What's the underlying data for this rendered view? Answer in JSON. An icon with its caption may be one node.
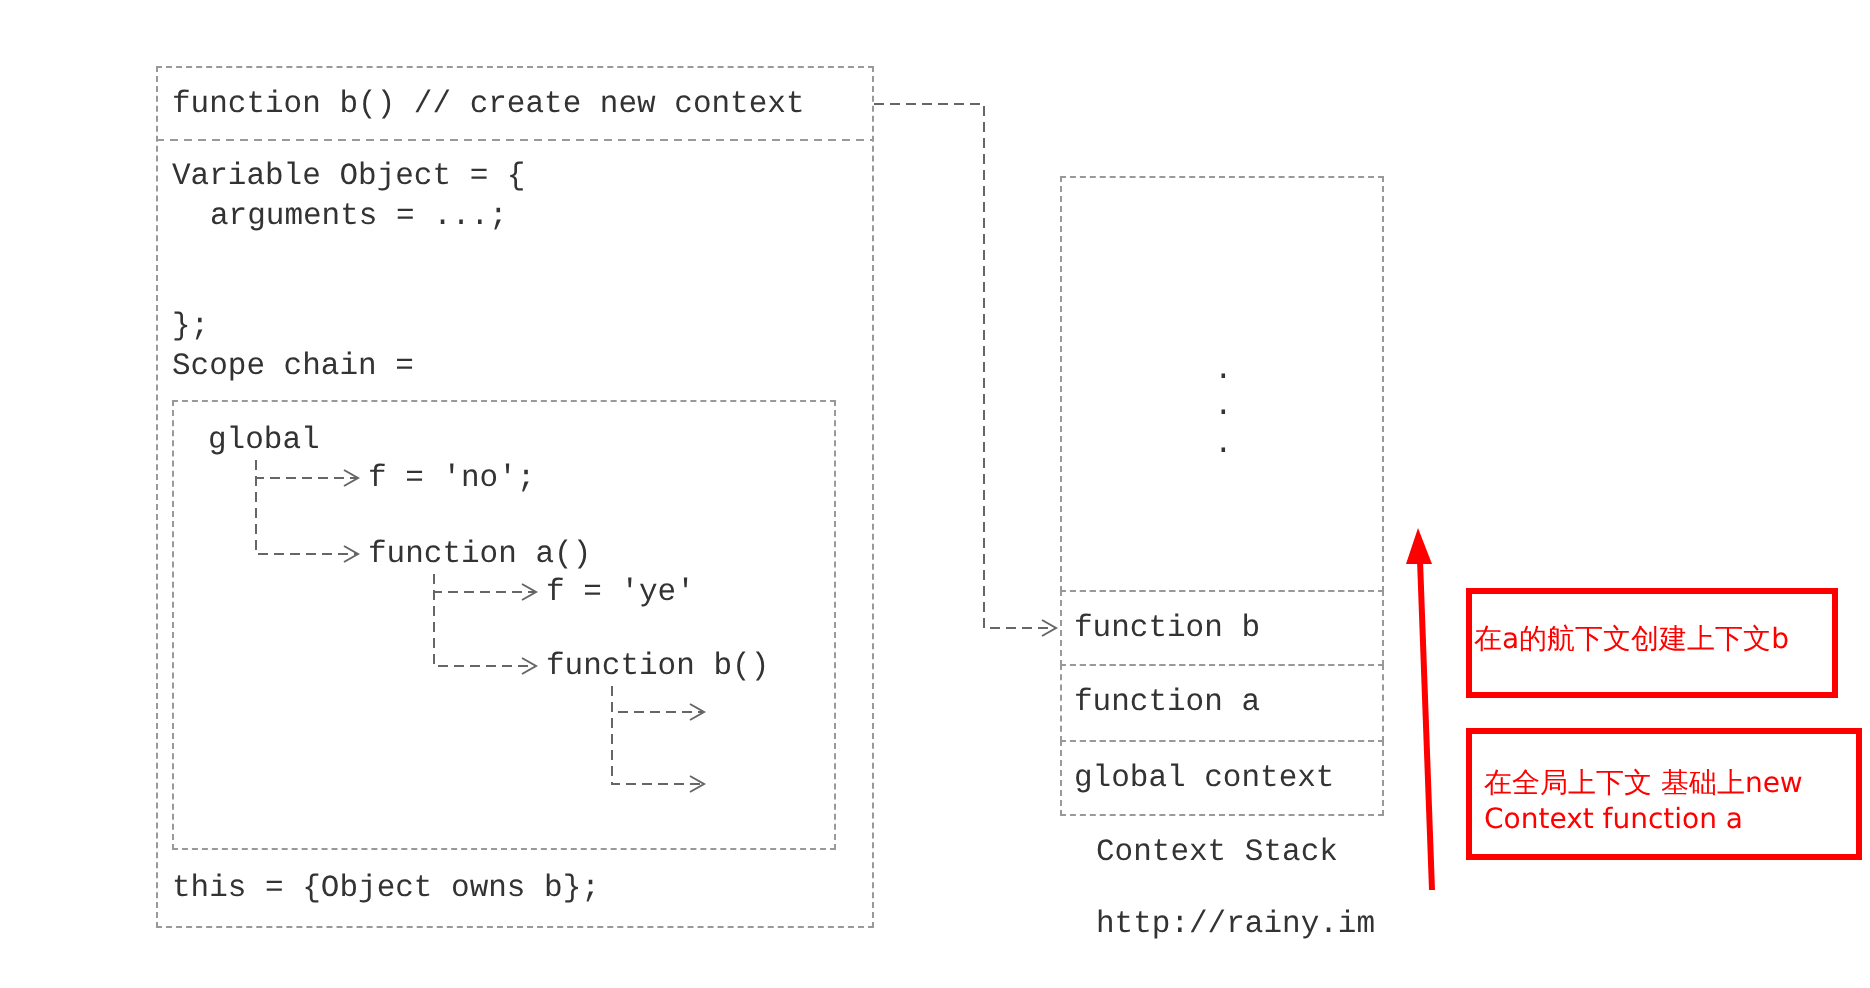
{
  "diagram": {
    "nodes": [
      {
        "text": [
          "function b() // create new context",
          "Variable Object = {",
          "arguments = ...;",
          "};",
          "Scope chain =",
          "this = {Object owns b};"
        ]
      },
      {
        "text": [],
        "shape": "box",
        "in": 0
      },
      {
        "text": [
          "global"
        ],
        "in": 1
      },
      {
        "text": [
          "f = 'no';"
        ],
        "in": 1
      },
      {
        "text": [
          "function a()"
        ],
        "in": 1
      },
      {
        "text": [
          "f = 'ye'"
        ],
        "in": 1
      },
      {
        "text": [
          "function b()"
        ],
        "in": 1
      },
      {
        "text": [],
        "shape": "box"
      },
      {
        "text": [
          "function b"
        ]
      },
      {
        "text": [
          "function a"
        ]
      },
      {
        "text": [
          "global context"
        ]
      },
      {
        "text": [
          "在a的航下文创建上下文b"
        ]
      },
      {
        "text": [
          "在全局上下文 基础上new Context function a"
        ]
      }
    ],
    "edges": [
      {
        "from": 2,
        "to": 3,
        "arrow": "to"
      },
      {
        "from": 2,
        "to": 4,
        "arrow": "to"
      },
      {
        "from": 4,
        "to": 5,
        "arrow": "to"
      },
      {
        "from": 4,
        "to": 6,
        "arrow": "to"
      },
      {
        "from": 6,
        "to": null,
        "arrow": "to"
      },
      {
        "from": 6,
        "to": null,
        "arrow": "to"
      },
      {
        "from": 0,
        "to": 8,
        "arrow": "to"
      }
    ],
    "labels": [
      ".",
      ".",
      ".",
      "Context Stack",
      "http://rainy.im"
    ]
  }
}
